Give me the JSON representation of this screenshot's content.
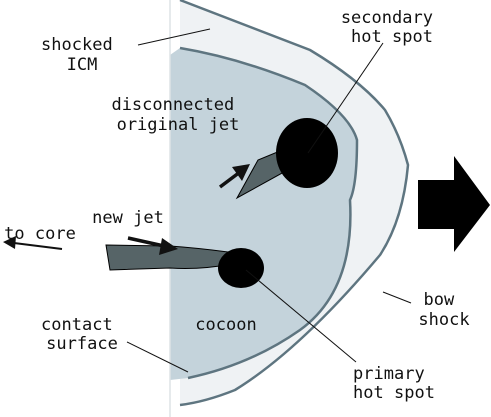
{
  "labels": {
    "shocked_icm": [
      "shocked",
      "ICM"
    ],
    "secondary_hot_spot": [
      "secondary",
      "hot spot"
    ],
    "disconnected_jet": [
      "disconnected",
      "original jet"
    ],
    "new_jet": "new jet",
    "to_core": "to core",
    "contact_surface": [
      "contact",
      "surface"
    ],
    "cocoon": "cocoon",
    "bow_shock": [
      "bow",
      "shock"
    ],
    "primary_hot_spot": [
      "primary",
      "hot spot"
    ]
  },
  "colors": {
    "shocked_icm_fill": "#eff2f4",
    "cocoon_fill": "#c4d3db",
    "boundary_stroke": "#5e7580",
    "jet_fill": "#566467",
    "hot_spot": "#000000",
    "line": "#111111"
  }
}
